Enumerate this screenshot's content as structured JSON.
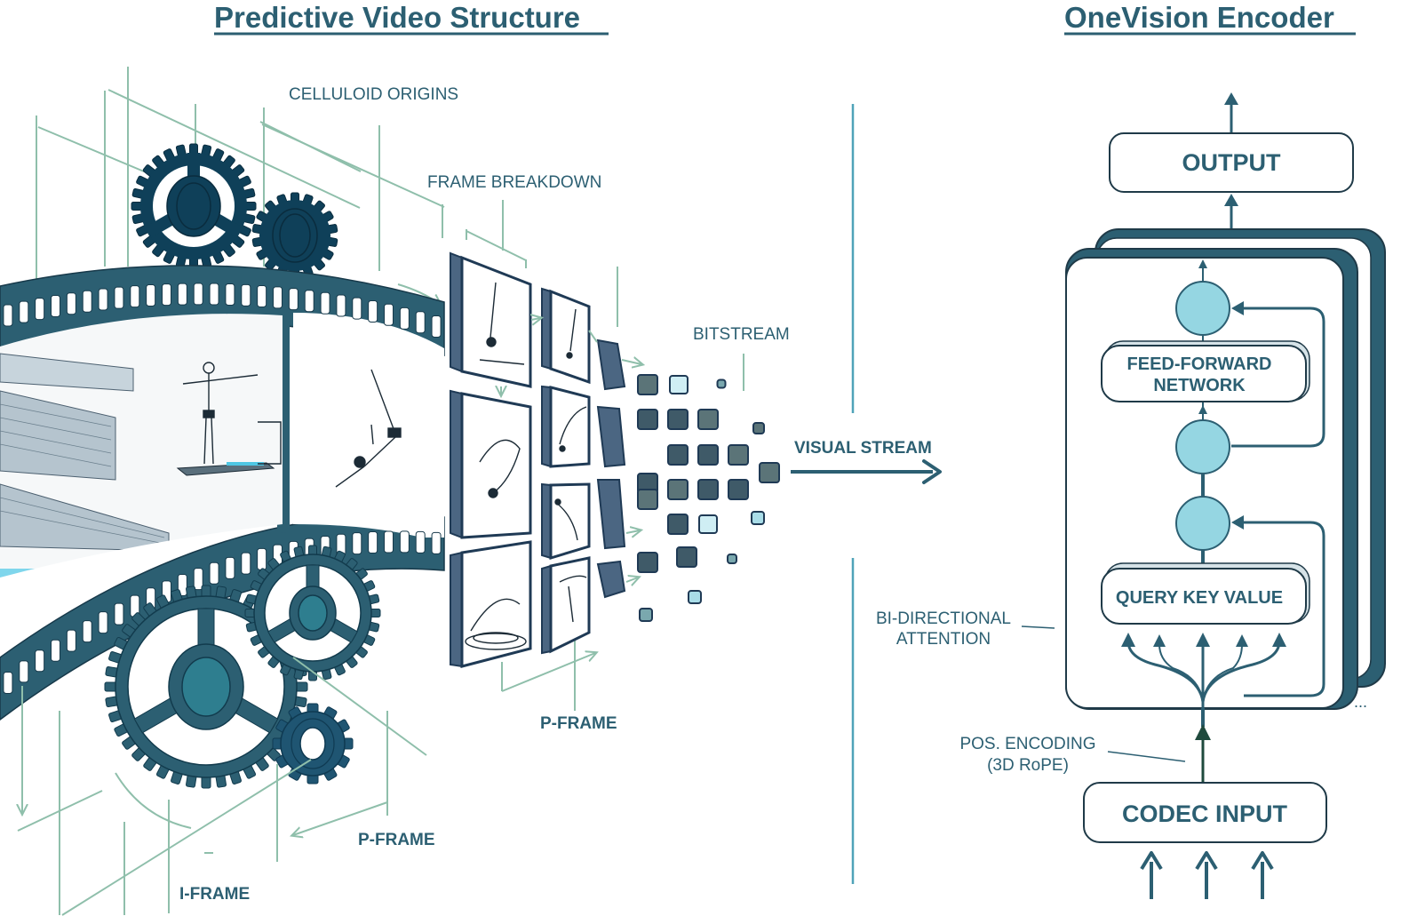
{
  "left_panel": {
    "title": "Predictive Video Structure",
    "labels": {
      "celluloid_origins": "CELLULOID ORIGINS",
      "frame_breakdown": "FRAME BREAKDOWN",
      "bitstream": "BITSTREAM",
      "p_frame_top": "P-FRAME",
      "p_frame_bottom": "P-FRAME",
      "i_frame": "I-FRAME"
    },
    "flow_label": "VISUAL STREAM"
  },
  "right_panel": {
    "title": "OneVision Encoder",
    "output_box": "OUTPUT",
    "feed_forward": [
      "FEED-FORWARD",
      "NETWORK"
    ],
    "qkv_box": "QUERY KEY VALUE",
    "codec_input": "CODEC INPUT",
    "bi_directional": [
      "BI-DIRECTIONAL",
      "ATTENTION"
    ],
    "pos_encoding": [
      "POS. ENCODING",
      "(3D RoPE)"
    ],
    "stack_ellipsis": "..."
  },
  "colors": {
    "primary": "#2c5f72",
    "node_fill": "#95d6e2",
    "guide_lines": "#8fbfab",
    "divider": "#4fa3b8",
    "pool_water": "#7fd6ec"
  }
}
